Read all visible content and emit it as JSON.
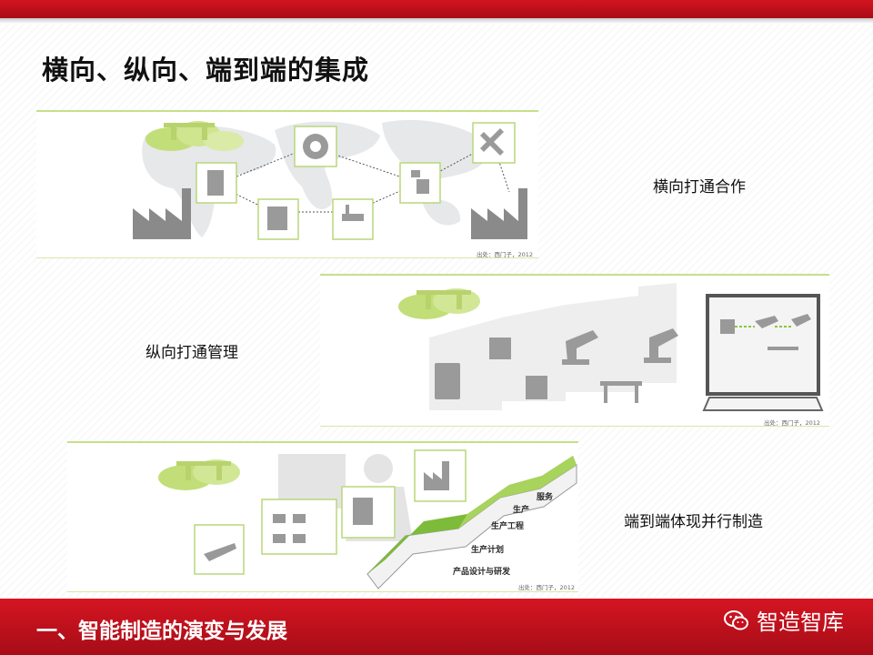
{
  "slide": {
    "title": "横向、纵向、端到端的集成",
    "section_title": "一、智能制造的演变与发展",
    "brand": "智造智库"
  },
  "panels": [
    {
      "caption": "横向打通合作",
      "source": "出处：西门子，2012"
    },
    {
      "caption": "纵向打通管理",
      "source": "出处：西门子，2012"
    },
    {
      "caption": "端到端体现并行制造",
      "source": "出处：西门子，2012",
      "stairs": [
        "服务",
        "生产",
        "生产工程",
        "生产计划",
        "产品设计与研发"
      ]
    }
  ],
  "colors": {
    "accent_red": "#c8101c",
    "accent_green": "#8cc63f",
    "light_green": "#c6e08a"
  }
}
